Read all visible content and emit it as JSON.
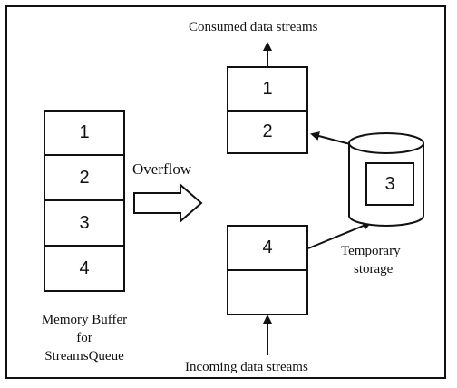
{
  "labels": {
    "consumed": "Consumed data streams",
    "incoming": "Incoming data streams",
    "overflow": "Overflow",
    "temporary_line1": "Temporary",
    "temporary_line2": "storage",
    "memory_line1": "Memory Buffer",
    "memory_line2": "for",
    "memory_line3": "StreamsQueue"
  },
  "memory_buffer": {
    "cells": [
      "1",
      "2",
      "3",
      "4"
    ]
  },
  "consumed_queue": {
    "cells": [
      "1",
      "2"
    ]
  },
  "incoming_queue": {
    "cells": [
      "4",
      ""
    ]
  },
  "storage": {
    "item": "3"
  }
}
